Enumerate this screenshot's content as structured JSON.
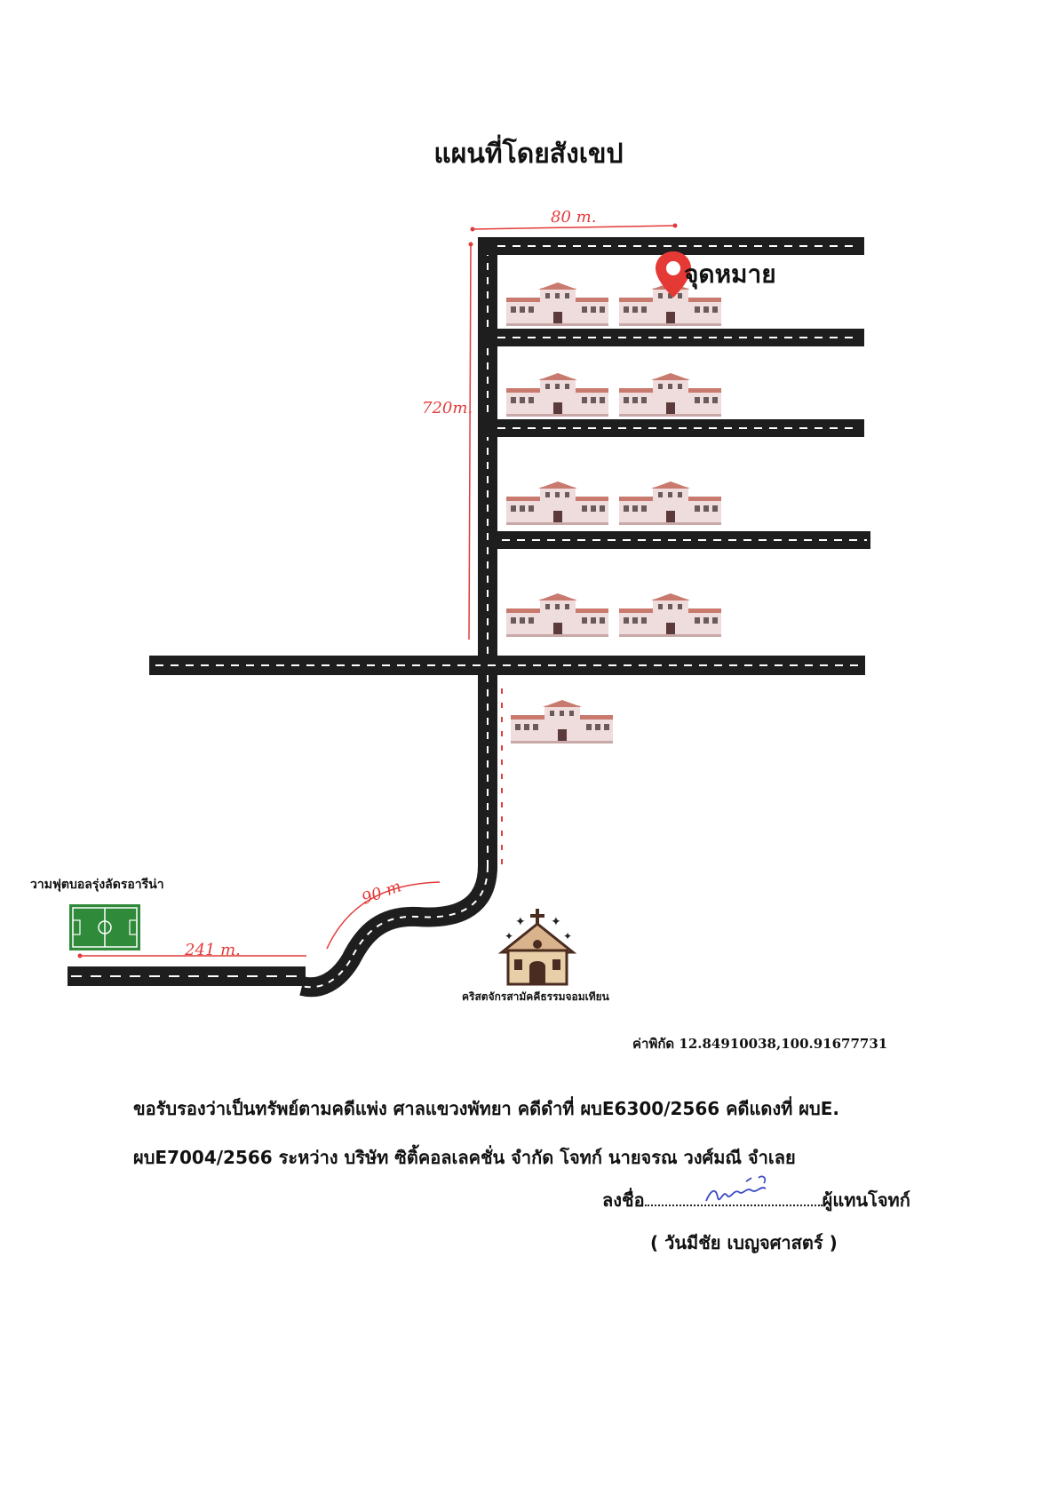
{
  "title": "แผนที่โดยสังเขป",
  "destination_label": "จุดหมาย",
  "measurements": {
    "top": "80 m.",
    "vertical": "720m.",
    "curve": "90 m",
    "bottom": "241 m."
  },
  "stadium_label": "วามฟุตบอลรุ่งลัดรอารีน่า",
  "church_label": "คริสตจักรสามัคคีธรรมจอมเทียน",
  "coordinates": "ค่าพิกัด 12.84910038,100.91677731",
  "certification": {
    "line1": "ขอรับรองว่าเป็นทรัพย์ตามคดีแพ่ง  ศาลแขวงพัทยา   คดีดำที่ ผบE6300/2566 คดีแดงที่ ผบE.",
    "line2": "ผบE7004/2566 ระหว่าง บริษัท ซิติ้คอลเลคชั่น จำกัด  โจทก์ นายจรณ วงศ์มณี จำเลย",
    "sign_prefix": "ลงชื่อ",
    "sign_suffix": "ผู้แทนโจทก์",
    "signer_name": "( วันมีชัย เบญจศาสตร์ )",
    "signature": "วันมีชัย"
  },
  "colors": {
    "road": "#1e1e1e",
    "road_line": "#ffffff",
    "measure": "#e23b3b",
    "pin": "#e53935",
    "building_roof": "#c97a6e",
    "building_wall": "#efdcdc",
    "field": "#2f8a3a",
    "signature": "#3b4bc4"
  }
}
